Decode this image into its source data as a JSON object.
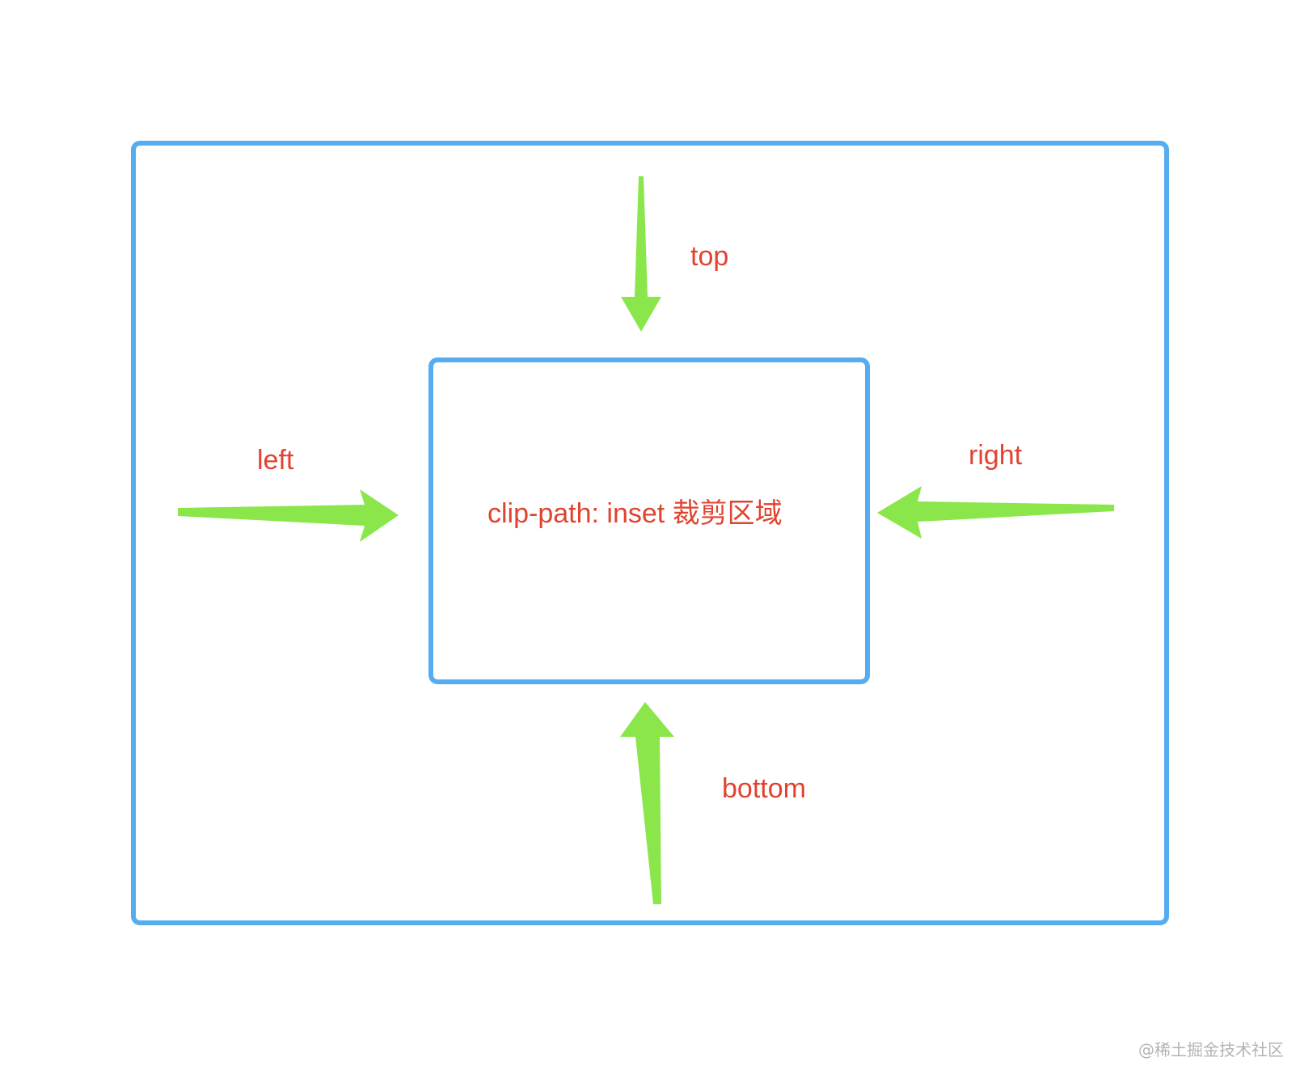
{
  "labels": {
    "top": "top",
    "left": "left",
    "right": "right",
    "bottom": "bottom",
    "center": "clip-path: inset 裁剪区域"
  },
  "watermark": "@稀土掘金技术社区",
  "colors": {
    "frame": "#55adf0",
    "arrow": "#8ae64a",
    "text": "#e0432f"
  }
}
